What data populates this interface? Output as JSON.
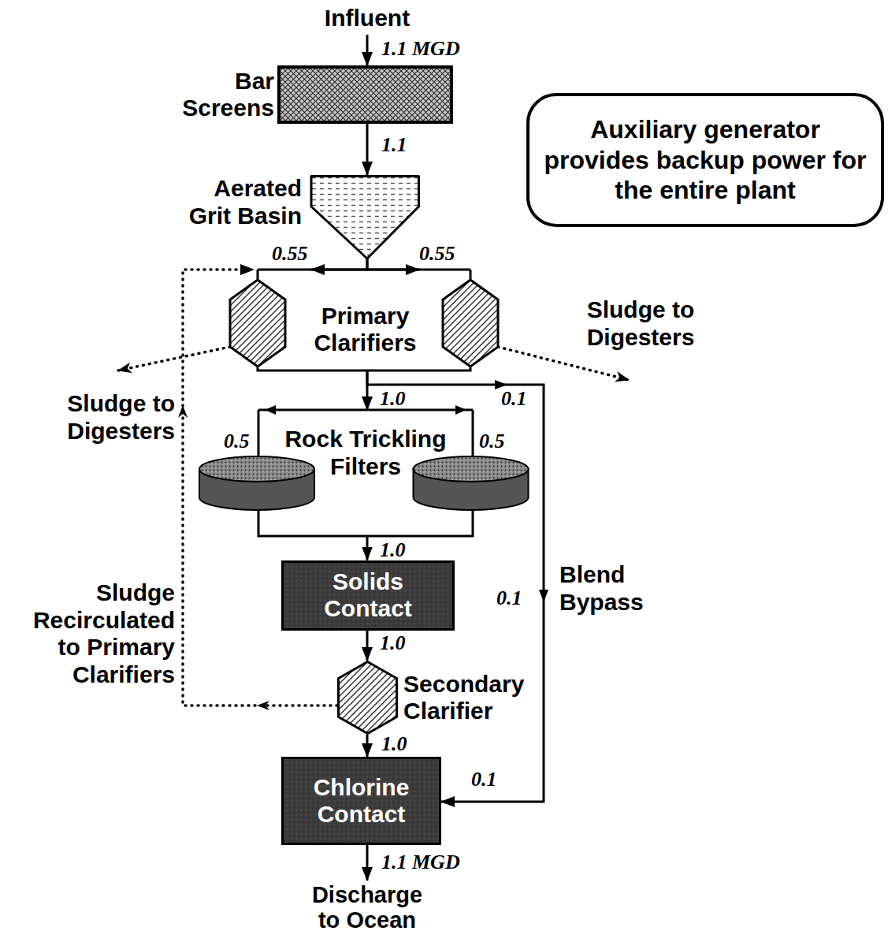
{
  "diagram": {
    "nodes": [
      {
        "text": [
          "Bar Screens"
        ]
      },
      {
        "text": [
          "Aerated Grit Basin"
        ]
      },
      {
        "text": [
          "Primary Clarifiers"
        ]
      },
      {
        "text": [
          "Rock Trickling Filters"
        ]
      },
      {
        "text": [
          "Solids Contact"
        ]
      },
      {
        "text": [
          "Secondary Clarifier"
        ]
      },
      {
        "text": [
          "Chlorine Contact"
        ]
      },
      {
        "text": [
          "Auxiliary generator provides backup power for the entire plant"
        ]
      }
    ],
    "edges": [
      {
        "from": 0,
        "to": 1,
        "label": "1.1",
        "arrow": "to"
      },
      {
        "from": 1,
        "to": 2,
        "label": "0.55",
        "arrow": "to"
      },
      {
        "from": 1,
        "to": 2,
        "label": "0.55",
        "arrow": "to"
      },
      {
        "from": 2,
        "to": 3,
        "label": "1.0",
        "arrow": "to"
      },
      {
        "from": 3,
        "to": 4,
        "label": "1.0",
        "arrow": "to"
      },
      {
        "from": 4,
        "to": 5,
        "label": "1.0",
        "arrow": "to"
      },
      {
        "from": 5,
        "to": 6,
        "label": "1.0",
        "arrow": "to"
      },
      {
        "from": 2,
        "to": 6,
        "label": "Blend Bypass",
        "arrow": "to"
      },
      {
        "from": 5,
        "to": 2,
        "arrow": "to"
      }
    ],
    "labels": [
      "Influent",
      "1.1 MGD",
      "Sludge to Digesters",
      "Sludge to Digesters",
      "0.1",
      "0.5",
      "0.5",
      "Sludge Recirculated to Primary Clarifiers",
      "0.1",
      "0.1",
      "1.1 MGD",
      "Discharge to Ocean"
    ]
  }
}
